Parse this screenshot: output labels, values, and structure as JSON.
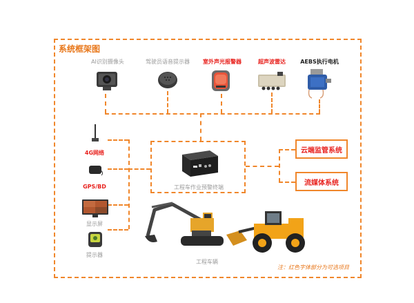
{
  "title": "系统框架图",
  "devices_top": [
    {
      "label": "AI识别摄像头",
      "style": "grey",
      "icon": "camera-icon"
    },
    {
      "label": "驾驶员语音提示器",
      "style": "grey",
      "icon": "speaker-icon"
    },
    {
      "label": "室外声光报警器",
      "style": "red",
      "icon": "alarm-icon"
    },
    {
      "label": "超声波雷达",
      "style": "red",
      "icon": "radar-icon"
    },
    {
      "label": "AEBS执行电机",
      "style": "black",
      "icon": "motor-icon"
    }
  ],
  "devices_left": [
    {
      "label": "4G网络",
      "style": "red",
      "icon": "antenna-icon"
    },
    {
      "label": "GPS/BD",
      "style": "red",
      "icon": "gps-icon"
    },
    {
      "label": "显示屏",
      "style": "grey",
      "icon": "monitor-icon"
    },
    {
      "label": "提示器",
      "style": "grey",
      "icon": "indicator-icon"
    }
  ],
  "terminal": {
    "label": "工程车作业预警终端"
  },
  "cloud": {
    "label": "云端监管系统"
  },
  "stream": {
    "label": "流媒体系统"
  },
  "vehicles": {
    "label": "工程车辆"
  },
  "note": "注：红色字体部分为可选项目",
  "colors": {
    "accent": "#f0862a",
    "optional_text": "#e8231f",
    "muted_text": "#9a9a9a"
  }
}
